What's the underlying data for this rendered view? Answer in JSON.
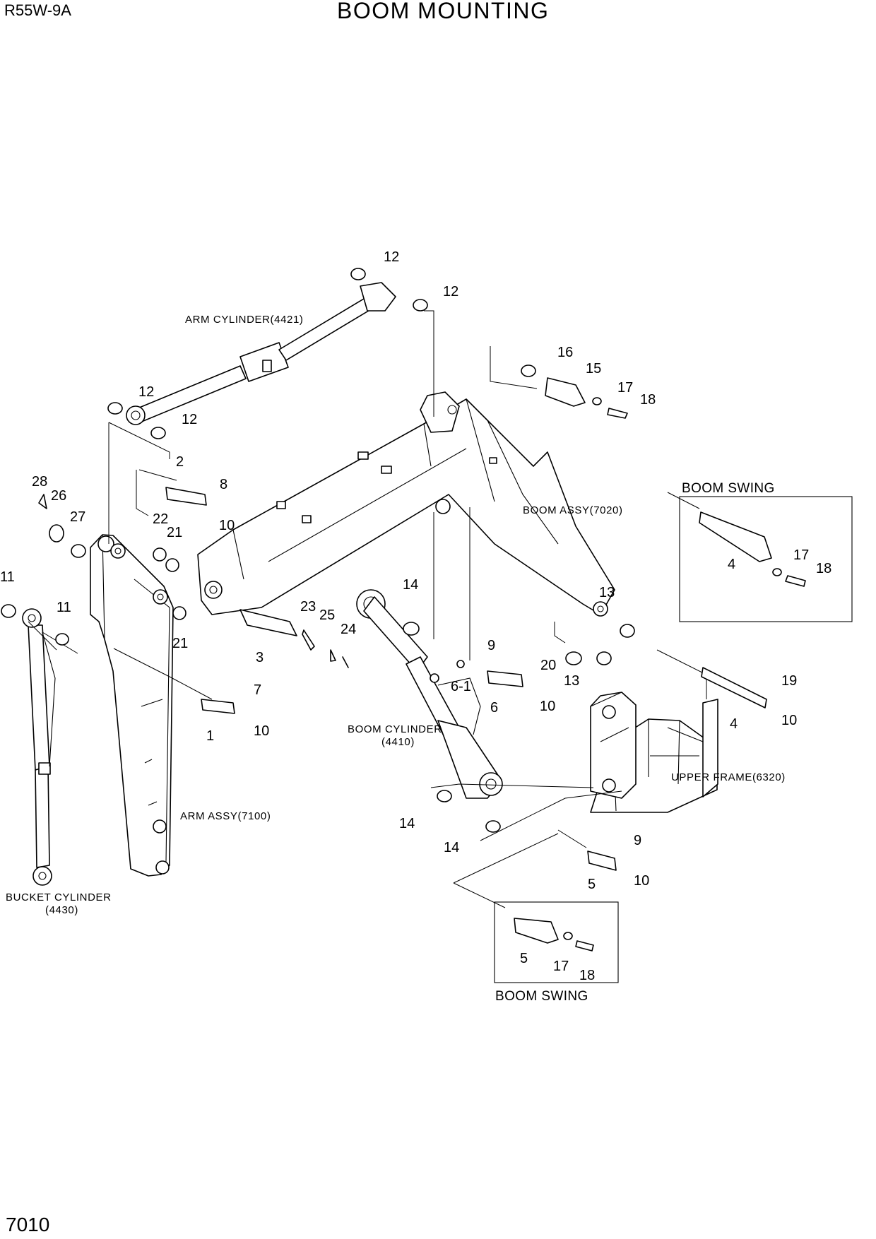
{
  "header": {
    "model": "R55W-9A",
    "title": "BOOM MOUNTING",
    "page_number": "7010"
  },
  "assembly_labels": {
    "arm_cylinder": "ARM CYLINDER(4421)",
    "boom_assy": "BOOM ASSY(7020)",
    "boom_cylinder_line1": "BOOM CYLINDER",
    "boom_cylinder_line2": "(4410)",
    "arm_assy": "ARM ASSY(7100)",
    "bucket_cylinder_line1": "BUCKET CYLINDER",
    "bucket_cylinder_line2": "(4430)",
    "upper_frame": "UPPER FRAME(6320)"
  },
  "boom_swing_boxes": [
    {
      "title": "BOOM SWING",
      "callouts": [
        "4",
        "17",
        "18"
      ]
    },
    {
      "title": "BOOM SWING",
      "callouts": [
        "5",
        "17",
        "18"
      ]
    }
  ],
  "callouts": [
    "12",
    "12",
    "12",
    "12",
    "16",
    "15",
    "17",
    "18",
    "2",
    "8",
    "28",
    "26",
    "27",
    "22",
    "21",
    "10",
    "11",
    "11",
    "21",
    "3",
    "23",
    "25",
    "24",
    "14",
    "13",
    "9",
    "6-1",
    "6",
    "10",
    "20",
    "13",
    "7",
    "1",
    "10",
    "19",
    "4",
    "10",
    "14",
    "14",
    "9",
    "5",
    "10"
  ]
}
